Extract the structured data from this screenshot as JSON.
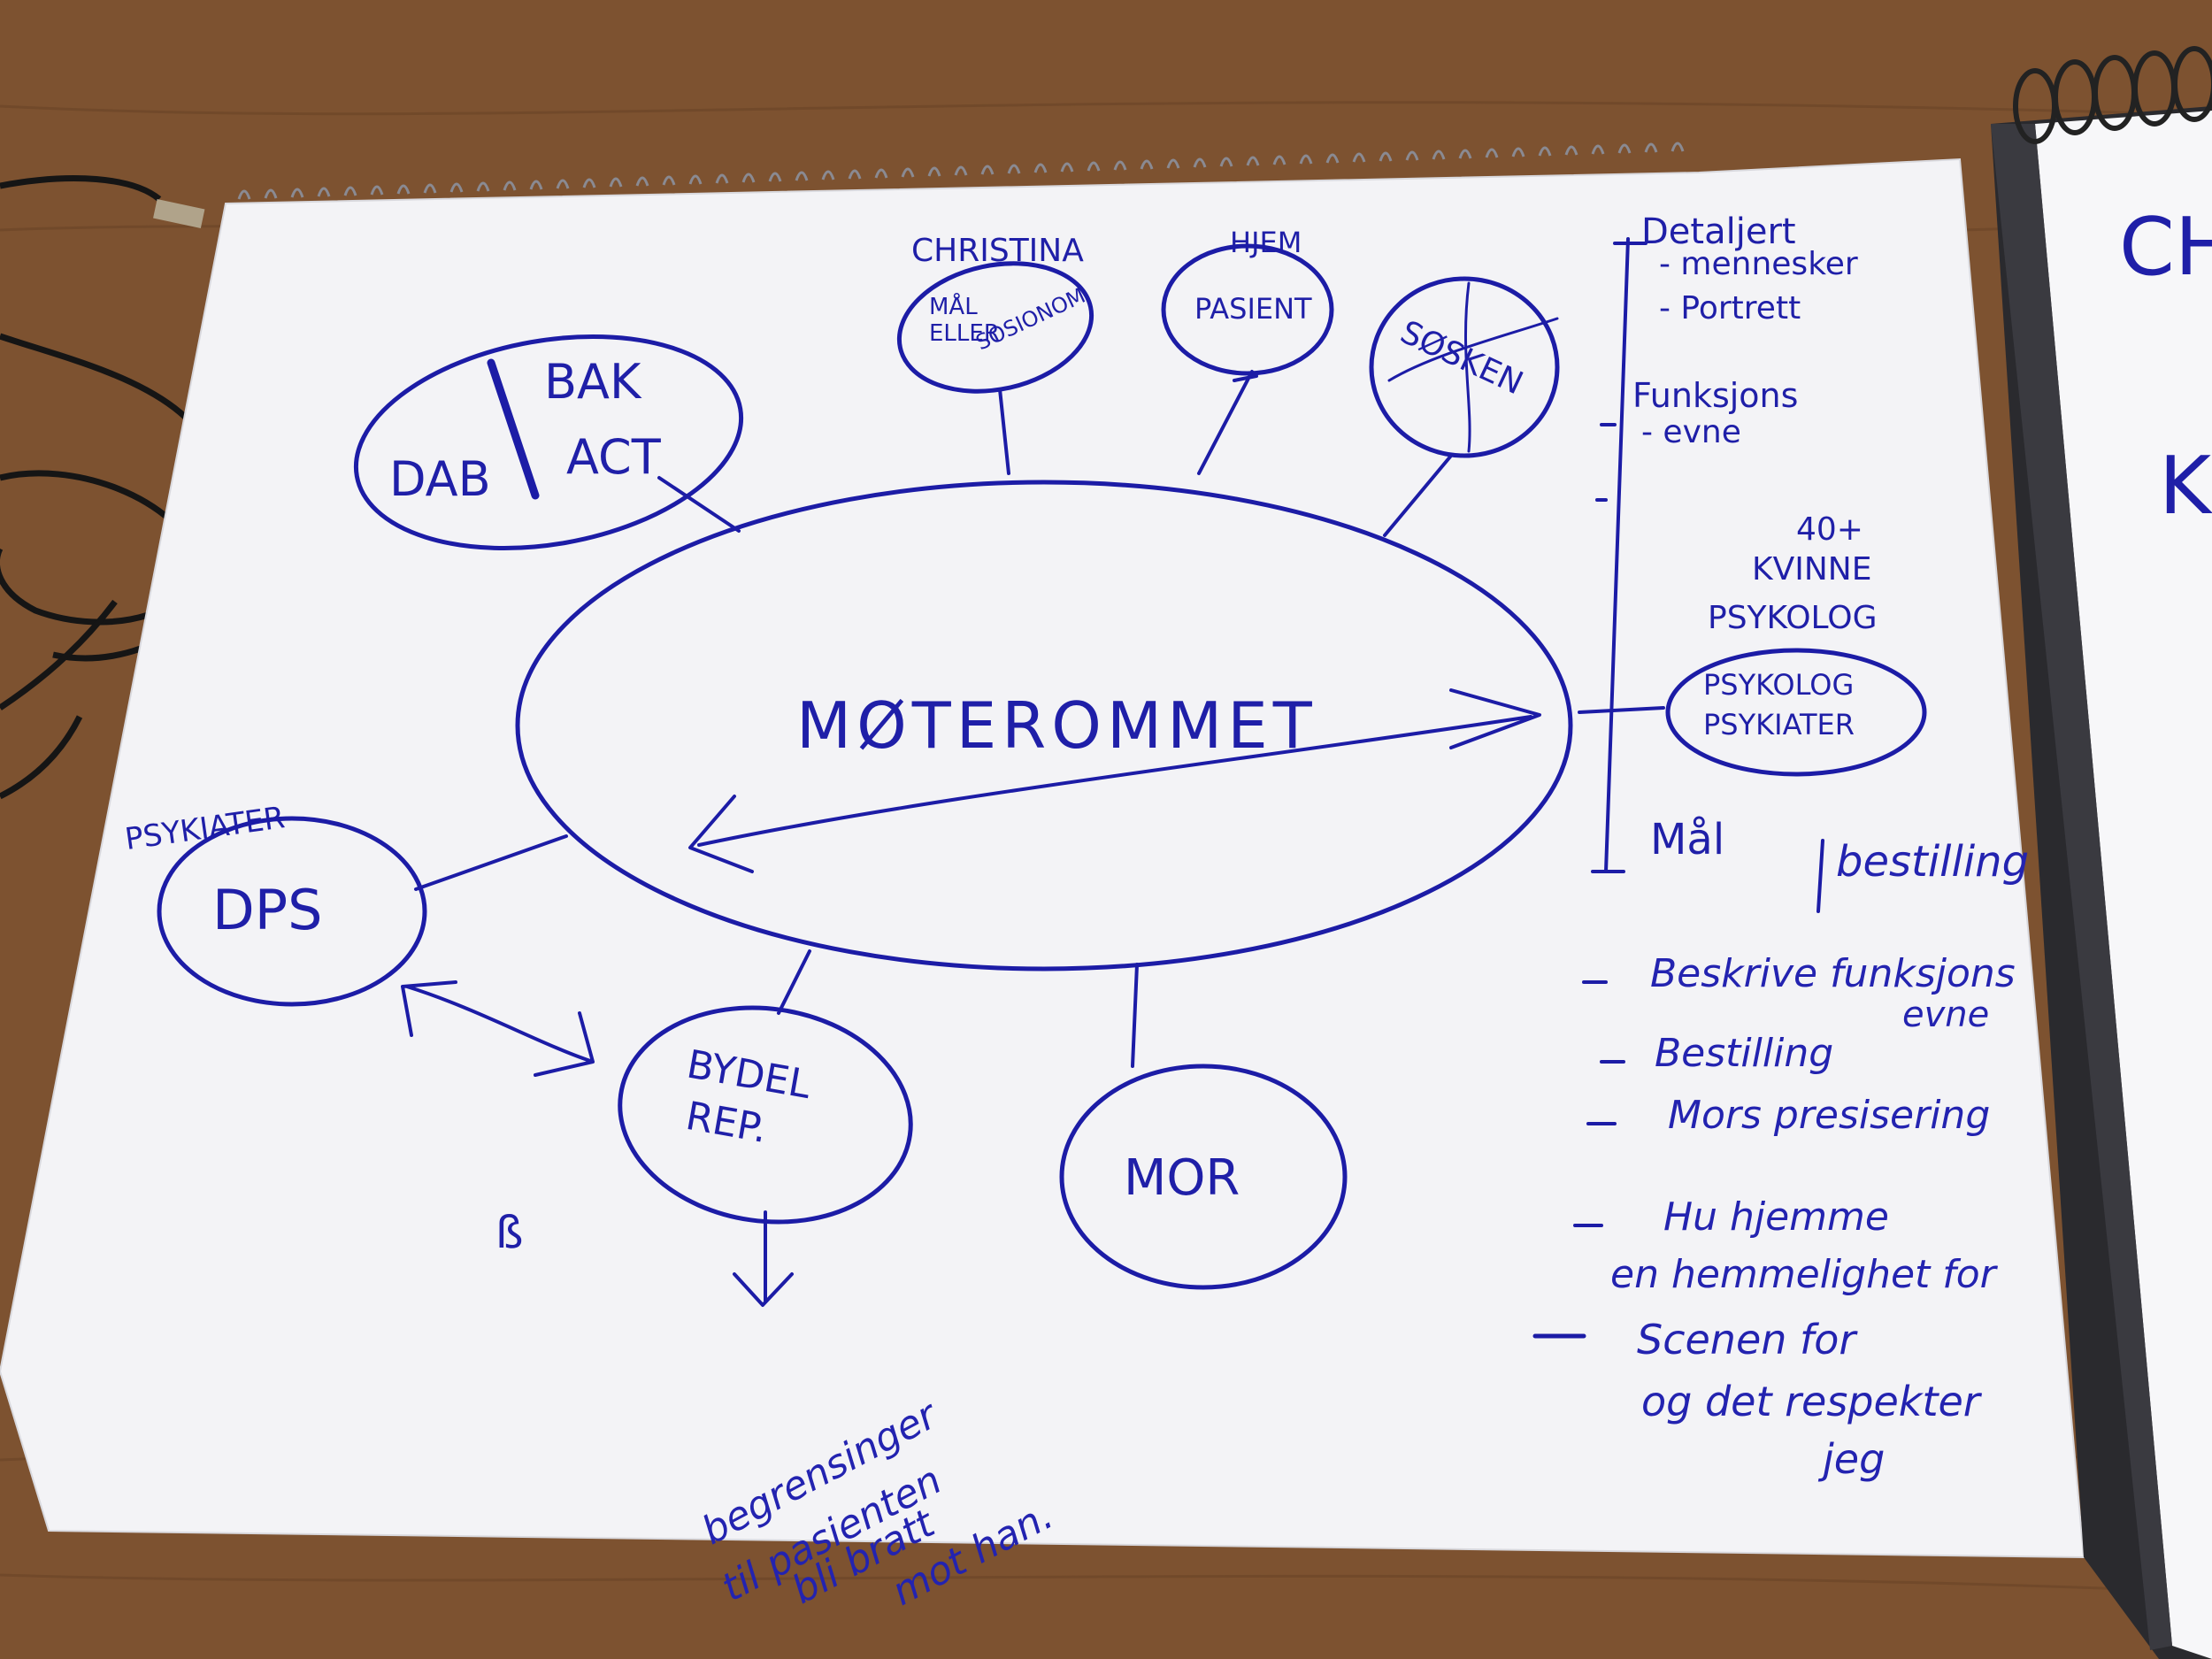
{
  "colors": {
    "ink": "#1c1ca6",
    "paper": "#f4f4f6",
    "table": "#7a4e2c"
  },
  "diagram": {
    "center": "MØTEROMMET",
    "nodes": {
      "dab": {
        "left": "DAB",
        "right_top": "BAK",
        "right_bottom": "ACT"
      },
      "christina": {
        "label": "CHRISTINA",
        "line1": "MÅL",
        "line2": "ELLER",
        "line3": "SOSIONOM"
      },
      "pasient": {
        "label": "HJEM",
        "text": "PASIENT"
      },
      "sosken": {
        "text": "SØSKEN"
      },
      "psykolog": {
        "label_top": "40+",
        "label_mid": "KVINNE",
        "label": "PSYKOLOG",
        "line1": "PSYKOLOG",
        "line2": "PSYKIATER"
      },
      "dps": {
        "label": "PSYKIATER",
        "text": "DPS"
      },
      "bydel": {
        "line1": "BYDEL",
        "line2": "REP."
      },
      "mor": {
        "text": "MOR"
      }
    },
    "notes_below": [
      "begrensinger",
      "til pasienten",
      "bli bratt",
      "mot han."
    ],
    "timeline": {
      "items": [
        "Detaljert",
        "- mennesker",
        "- Portrett",
        "Funksjons",
        "- evne"
      ],
      "footer_left": "Mål",
      "footer_right": "bestilling"
    },
    "right_notes": [
      "Beskrive funksjons",
      "evne",
      "Bestilling",
      "Mors presisering",
      "Hu hjemme",
      "en hemmelighet for",
      "Scenen for",
      "og det respekter",
      "jeg"
    ],
    "notebook": {
      "line1": "CH",
      "line2": "K"
    }
  }
}
